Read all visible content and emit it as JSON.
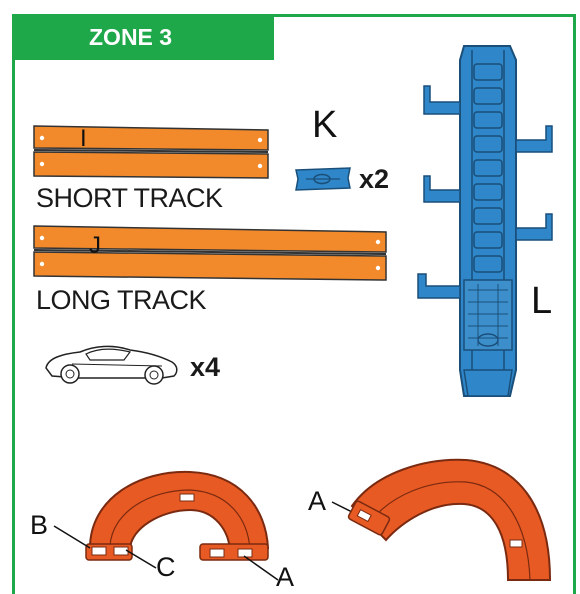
{
  "zone": {
    "title": "ZONE 3"
  },
  "parts": {
    "short_track": {
      "letter": "I",
      "label": "SHORT TRACK"
    },
    "long_track": {
      "letter": "J",
      "label": "LONG TRACK"
    },
    "connector": {
      "letter": "K",
      "qty": "x2"
    },
    "tower": {
      "letter": "L"
    },
    "car": {
      "qty": "x4"
    },
    "curve_left": {
      "callouts": [
        "B",
        "C",
        "A"
      ]
    },
    "curve_right": {
      "callouts": [
        "A"
      ]
    }
  },
  "colors": {
    "zone_green": "#1fa84a",
    "track_orange": "#f28a2c",
    "curve_orange": "#e85a24",
    "tower_blue": "#2f86c8"
  }
}
